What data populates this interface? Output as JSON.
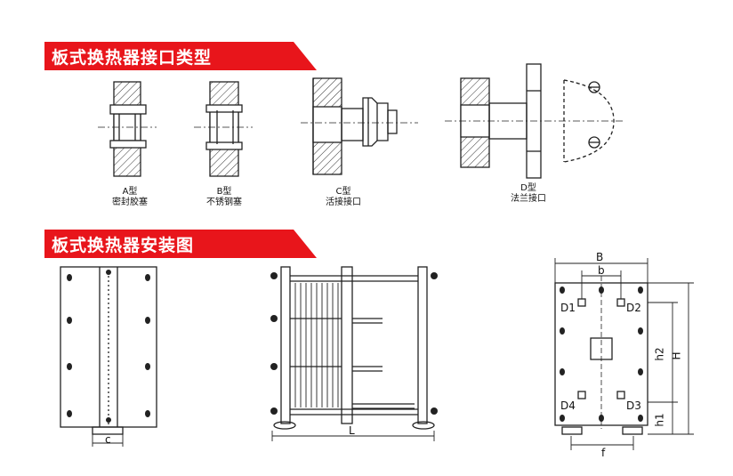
{
  "sections": {
    "interface": {
      "title": "板式换热器接口类型"
    },
    "install": {
      "title": "板式换热器安装图"
    }
  },
  "interfaces": [
    {
      "code": "A型",
      "name": "密封胶塞"
    },
    {
      "code": "B型",
      "name": "不锈钢塞"
    },
    {
      "code": "C型",
      "name": "活接接口"
    },
    {
      "code": "D型",
      "name": "法兰接口"
    }
  ],
  "dimensions": {
    "side_c": "c",
    "front_L": "L",
    "B": "B",
    "b": "b",
    "D1": "D1",
    "D2": "D2",
    "D3": "D3",
    "D4": "D4",
    "h2": "h2",
    "H": "H",
    "h1": "h1",
    "f": "f"
  },
  "colors": {
    "banner": "#e8151b",
    "line": "#222222"
  }
}
